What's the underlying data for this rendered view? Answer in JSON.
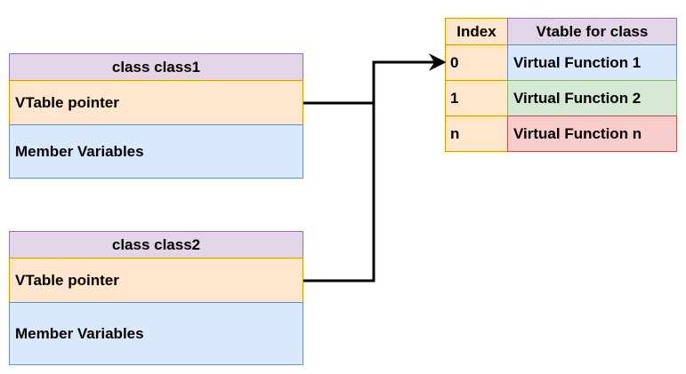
{
  "class1": {
    "title": "class class1",
    "vtable_pointer": "VTable pointer",
    "members": "Member Variables"
  },
  "class2": {
    "title": "class class2",
    "vtable_pointer": "VTable pointer",
    "members": "Member Variables"
  },
  "vtable": {
    "index_header": "Index",
    "function_header": "Vtable for class",
    "rows": [
      {
        "index": "0",
        "function": "Virtual Function 1"
      },
      {
        "index": "1",
        "function": "Virtual Function 2"
      },
      {
        "index": "n",
        "function": "Virtual Function n"
      }
    ]
  },
  "colors": {
    "header": "#e1d5e7",
    "pointer": "#ffe6cc",
    "members": "#dae8fc",
    "function_green": "#d5e8d4",
    "function_red": "#f8cecc"
  }
}
